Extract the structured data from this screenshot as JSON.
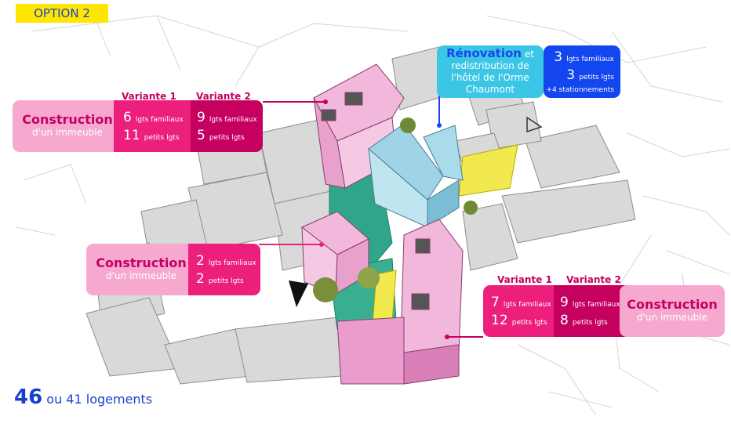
{
  "option_label": "OPTION 2",
  "renovation": {
    "title": "Rénovation",
    "title_suffix": "et",
    "line2": "redistribution de",
    "line3": "l'hôtel de l'Orme",
    "line4": "Chaumont",
    "fam_count": "3",
    "fam_unit": "lgts familiaux",
    "small_count": "3",
    "small_unit": "petits lgts",
    "parking": "+4 stationnements"
  },
  "north": {
    "title": "Construction",
    "subtitle": "d'un immeuble",
    "variant1_label": "Variante 1",
    "variant2_label": "Variante 2",
    "v1_fam_count": "6",
    "v1_fam_unit": "lgts familiaux",
    "v1_small_count": "11",
    "v1_small_unit": "petits lgts",
    "v2_fam_count": "9",
    "v2_fam_unit": "lgts familiaux",
    "v2_small_count": "5",
    "v2_small_unit": "petits lgts"
  },
  "middle": {
    "title": "Construction",
    "subtitle": "d'un immeuble",
    "fam_count": "2",
    "fam_unit": "lgts familiaux",
    "small_count": "2",
    "small_unit": "petits lgts"
  },
  "south": {
    "title": "Construction",
    "subtitle": "d'un immeuble",
    "variant1_label": "Variante 1",
    "variant2_label": "Variante 2",
    "v1_fam_count": "7",
    "v1_fam_unit": "lgts familiaux",
    "v1_small_count": "12",
    "v1_small_unit": "petits lgts",
    "v2_fam_count": "9",
    "v2_fam_unit": "lgts familiaux",
    "v2_small_count": "8",
    "v2_small_unit": "petits lgts"
  },
  "total": {
    "number": "46",
    "rest": "ou 41 logements"
  },
  "colors": {
    "highlight": "#ffe600",
    "blue_text": "#1a3fd0",
    "pink_light": "#f6a8cf",
    "magenta": "#ec1f7c",
    "dark_magenta": "#c5005f",
    "cyan": "#3cc6e6",
    "blue": "#1446f0",
    "building_blue": "#9fd4e6",
    "building_pink": "#f1b8dc",
    "courtyard_green": "#2fa68a",
    "courtyard_yellow": "#f2e94e"
  }
}
